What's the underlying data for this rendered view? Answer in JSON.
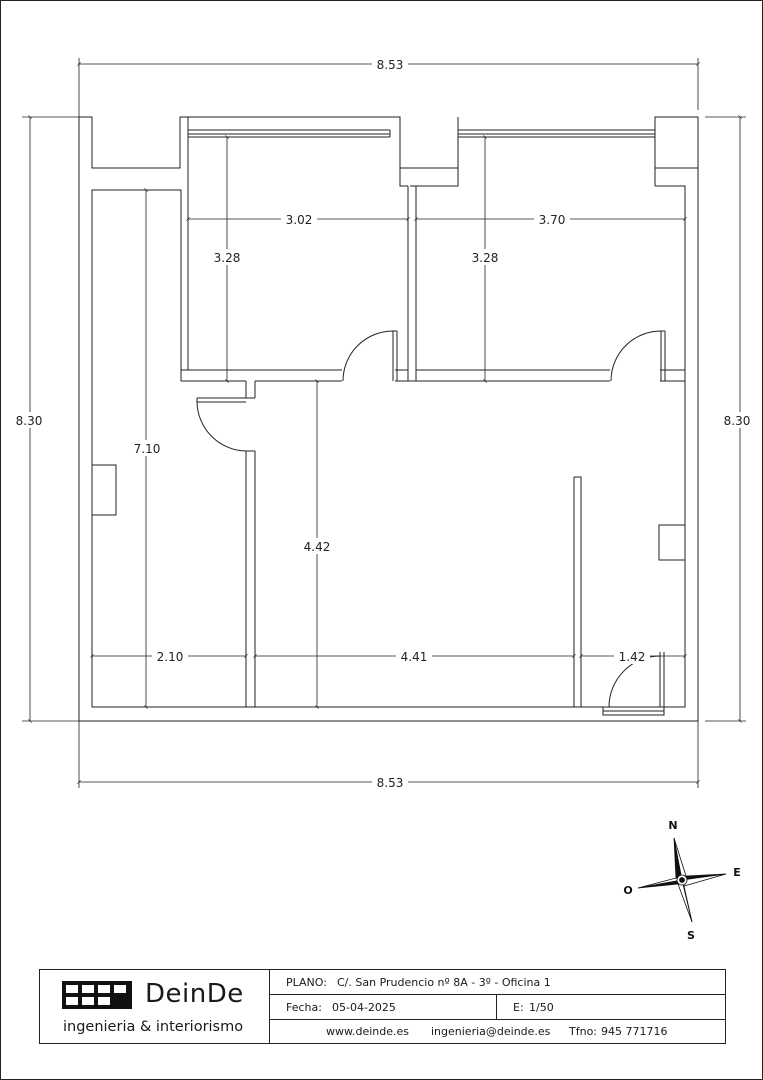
{
  "plan": {
    "dimensions": {
      "overall_width_top": "8.53",
      "overall_width_bottom": "8.53",
      "overall_height_left": "8.30",
      "overall_height_right": "8.30",
      "room1_width": "3.02",
      "room1_depth": "3.28",
      "room2_width": "3.70",
      "room2_depth": "3.28",
      "corridor_length": "7.10",
      "central_depth": "4.42",
      "bottom_left": "2.10",
      "bottom_middle": "4.41",
      "bottom_right": "1.42"
    },
    "compass": {
      "north": "N",
      "east": "E",
      "south": "S",
      "west": "O"
    }
  },
  "title_block": {
    "company_name": "DeinDe",
    "tagline": "ingenieria & interiorismo",
    "plano_label": "PLANO:",
    "plano_value": "C/. San Prudencio nº 8A - 3º - Oficina 1",
    "fecha_label": "Fecha:",
    "fecha_value": "05-04-2025",
    "escala_label": "E:",
    "escala_value": "1/50",
    "website": "www.deinde.es",
    "email": "ingenieria@deinde.es",
    "phone_label": "Tfno:",
    "phone_value": "945 771716"
  }
}
